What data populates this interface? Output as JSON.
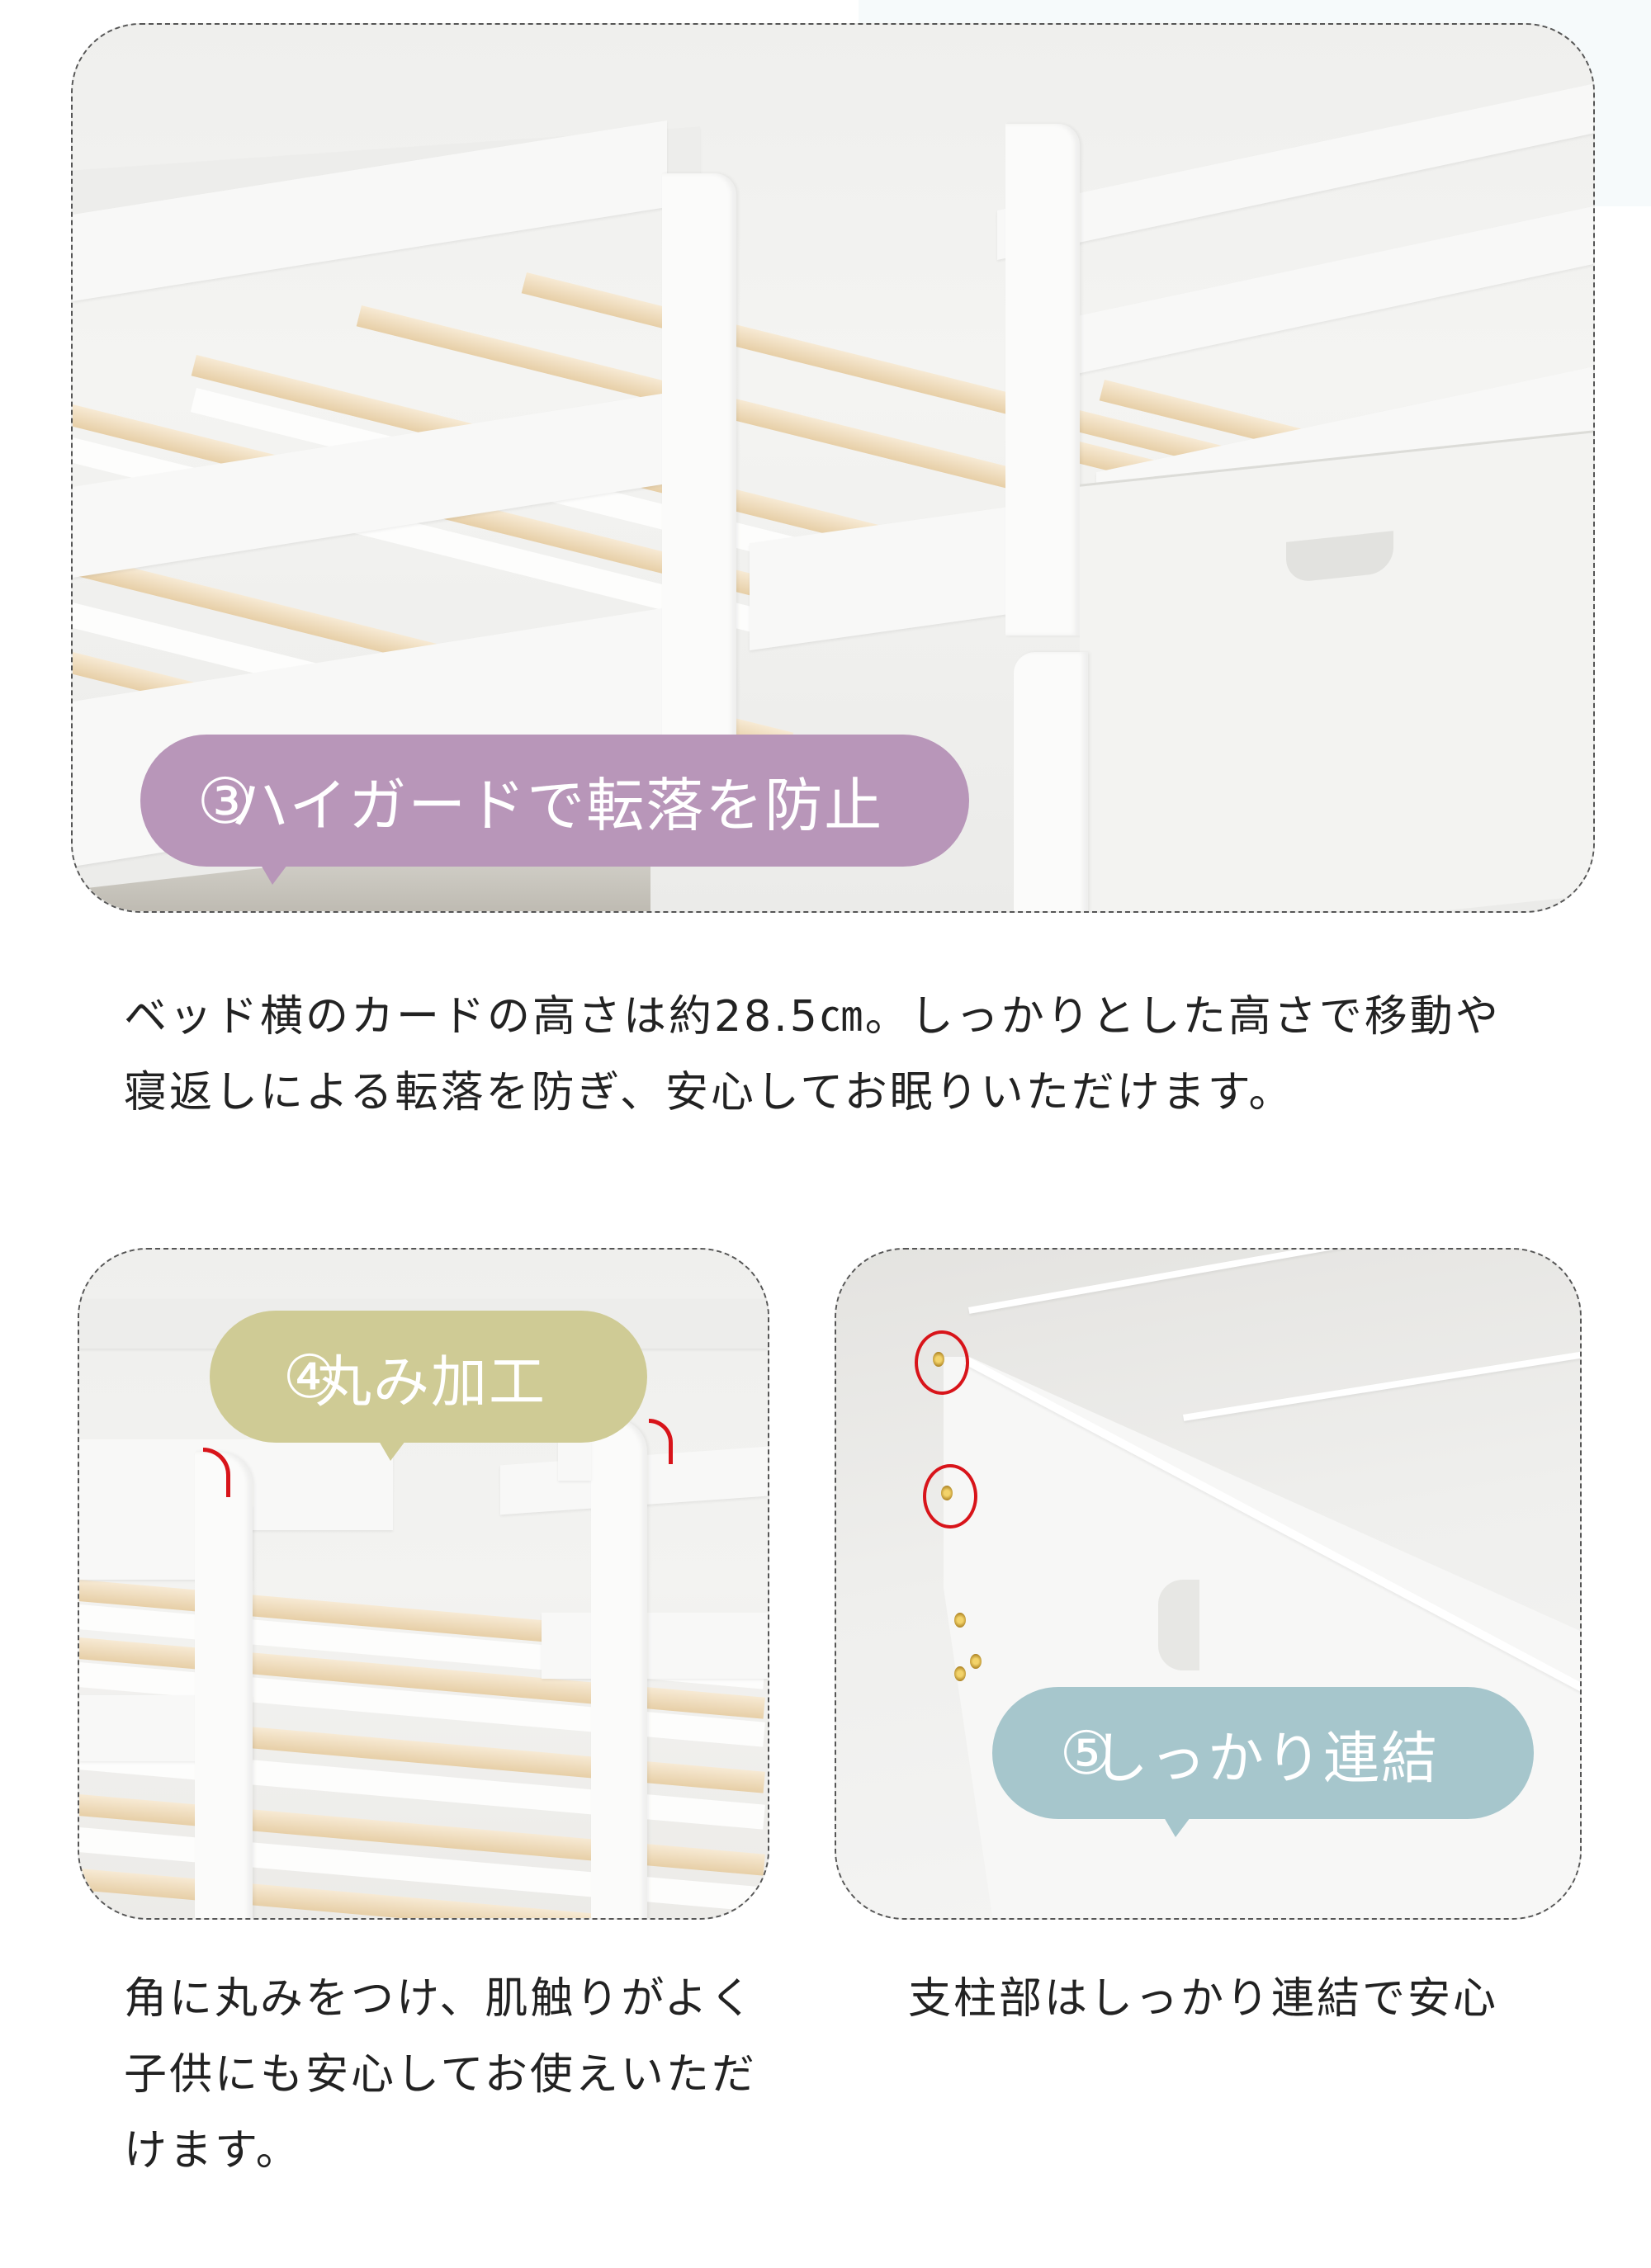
{
  "features": [
    {
      "number": "③",
      "title": "ハイガードで転落を防止",
      "bubble_color": "#b896b9",
      "description_lines": [
        "ベッド横のカードの高さは約28.5㎝。しっかりとした高さで移動や",
        "寝返しによる転落を防ぎ、安心してお眠りいただけます。"
      ],
      "photo_alt": "白いベッドのハイガード（ガードレール）とすのこ"
    },
    {
      "number": "④",
      "title": "丸み加工",
      "bubble_color": "#cfcb95",
      "description_lines": [
        "角に丸みをつけ、肌触りがよく",
        "子供にも安心してお使えいただ",
        "けます。"
      ],
      "photo_alt": "支柱上端の丸み加工（赤線で強調）"
    },
    {
      "number": "⑤",
      "title": "しっかり連結",
      "bubble_color": "#a6c6cc",
      "description_lines": [
        "支柱部はしっかり連結で安心"
      ],
      "photo_alt": "支柱のネジ連結部（赤丸で強調）"
    }
  ],
  "colors": {
    "text": "#222222",
    "highlight": "#d8141a",
    "background_accent": "#f6fafb"
  }
}
